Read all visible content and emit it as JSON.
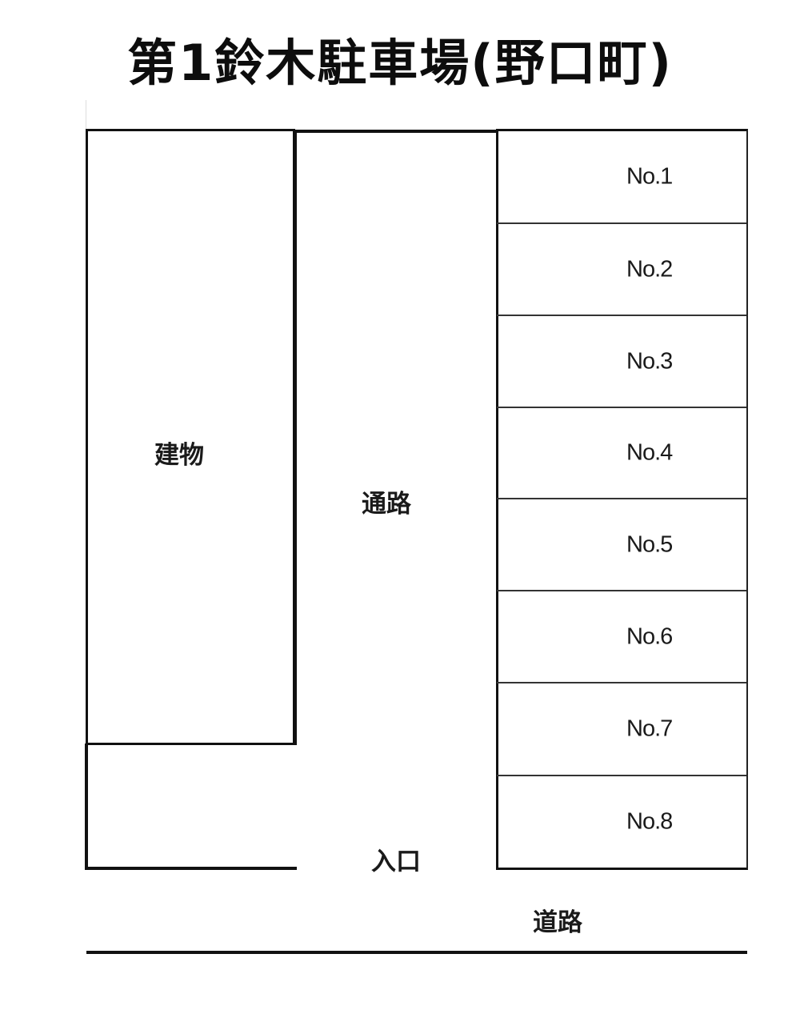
{
  "title": "第1鈴木駐車場(野口町)",
  "areas": {
    "building": "建物",
    "aisle": "通路",
    "entrance": "入口",
    "road": "道路"
  },
  "slots": [
    {
      "label": "No.1"
    },
    {
      "label": "No.2"
    },
    {
      "label": "No.3"
    },
    {
      "label": "No.4"
    },
    {
      "label": "No.5"
    },
    {
      "label": "No.6"
    },
    {
      "label": "No.7"
    },
    {
      "label": "No.8"
    }
  ],
  "colors": {
    "line": "#111111",
    "background": "#ffffff"
  }
}
